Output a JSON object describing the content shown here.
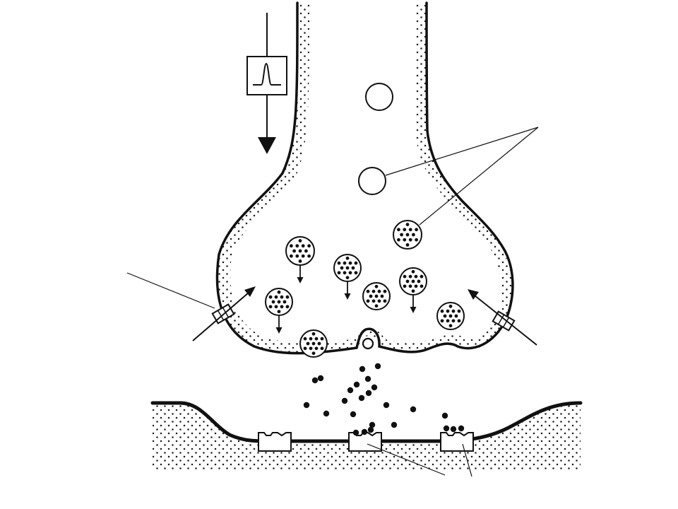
{
  "colors": {
    "background": "#ffffff",
    "ink": "#111111",
    "stipple": "#1a1a1a"
  },
  "icons": {
    "action_potential": "action-potential-icon",
    "signal_direction": "arrow-down-icon",
    "synaptic_vesicle": "vesicle-icon",
    "empty_vesicle": "empty-vesicle-icon",
    "ion_channel": "ion-channel-icon",
    "neurotransmitter": "neurotransmitter-dot-icon",
    "receptor": "receptor-icon"
  },
  "structures": [
    "presynaptic-axon-terminal",
    "synaptic-vesicles",
    "calcium-channels",
    "neurotransmitter-molecules",
    "synaptic-cleft",
    "postsynaptic-membrane",
    "postsynaptic-receptors"
  ]
}
